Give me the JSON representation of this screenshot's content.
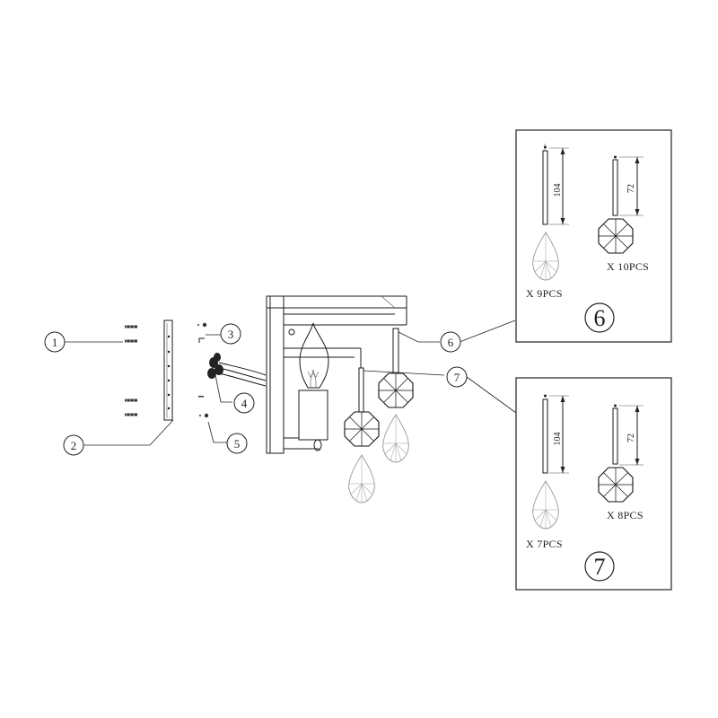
{
  "callouts": [
    {
      "id": "1",
      "label": "1"
    },
    {
      "id": "2",
      "label": "2"
    },
    {
      "id": "3",
      "label": "3"
    },
    {
      "id": "4",
      "label": "4"
    },
    {
      "id": "5",
      "label": "5"
    },
    {
      "id": "6",
      "label": "6"
    },
    {
      "id": "7",
      "label": "7"
    }
  ],
  "detail_boxes": [
    {
      "part": "6",
      "pendant_length": "104",
      "pendant_qty": "X  9PCS",
      "octagon_length": "72",
      "octagon_qty": "X  10PCS"
    },
    {
      "part": "7",
      "pendant_length": "104",
      "pendant_qty": "X  7PCS",
      "octagon_length": "72",
      "octagon_qty": "X  8PCS"
    }
  ]
}
